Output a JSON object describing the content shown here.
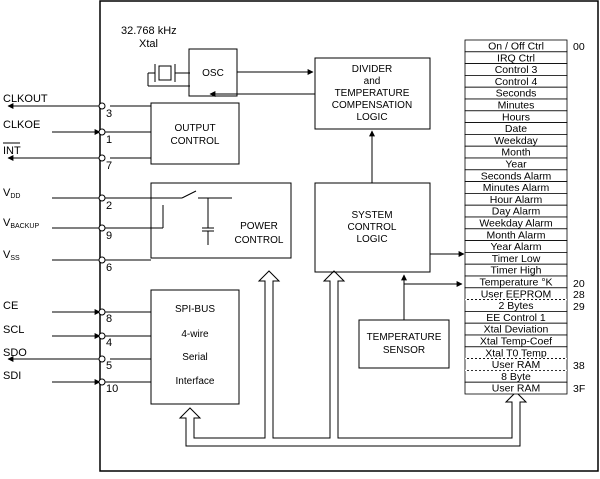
{
  "crystal": {
    "freq": "32.768 kHz",
    "name": "Xtal"
  },
  "blocks": {
    "osc": "OSC",
    "divider": [
      "DIVIDER",
      "and",
      "TEMPERATURE",
      "COMPENSATION",
      "LOGIC"
    ],
    "output_control": [
      "OUTPUT",
      "CONTROL"
    ],
    "power_control": [
      "POWER",
      "CONTROL"
    ],
    "system_control": [
      "SYSTEM",
      "CONTROL",
      "LOGIC"
    ],
    "spi": [
      "SPI-BUS",
      "4-wire",
      "Serial",
      "Interface"
    ],
    "temp_sensor": [
      "TEMPERATURE",
      "SENSOR"
    ]
  },
  "pins": {
    "clkout": {
      "label": "CLKOUT",
      "num": "3"
    },
    "clkoe": {
      "label": "CLKOE",
      "num": "1"
    },
    "int": {
      "label": "INT",
      "num": "7"
    },
    "vdd": {
      "main": "V",
      "sub": "DD",
      "num": "2"
    },
    "vbackup": {
      "main": "V",
      "sub": "BACKUP",
      "num": "9"
    },
    "vss": {
      "main": "V",
      "sub": "SS",
      "num": "6"
    },
    "ce": {
      "label": "CE",
      "num": "8"
    },
    "scl": {
      "label": "SCL",
      "num": "4"
    },
    "sdo": {
      "label": "SDO",
      "num": "5"
    },
    "sdi": {
      "label": "SDI",
      "num": "10"
    }
  },
  "registers": [
    "On / Off Ctrl",
    "IRQ Ctrl",
    "Control 3",
    "Control 4",
    "Seconds",
    "Minutes",
    "Hours",
    "Date",
    "Weekday",
    "Month",
    "Year",
    "Seconds Alarm",
    "Minutes Alarm",
    "Hour Alarm",
    "Day Alarm",
    "Weekday Alarm",
    "Month Alarm",
    "Year Alarm",
    "Timer Low",
    "Timer High",
    "Temperature °K",
    "User EEPROM",
    "2 Bytes",
    "EE Control 1",
    "Xtal Deviation",
    "Xtal Temp-Coef",
    "Xtal T0 Temp",
    "User RAM",
    "8 Byte",
    "User RAM"
  ],
  "addresses": {
    "a00": "00",
    "a20": "20",
    "a28": "28",
    "a29": "29",
    "a38": "38",
    "a3F": "3F"
  }
}
